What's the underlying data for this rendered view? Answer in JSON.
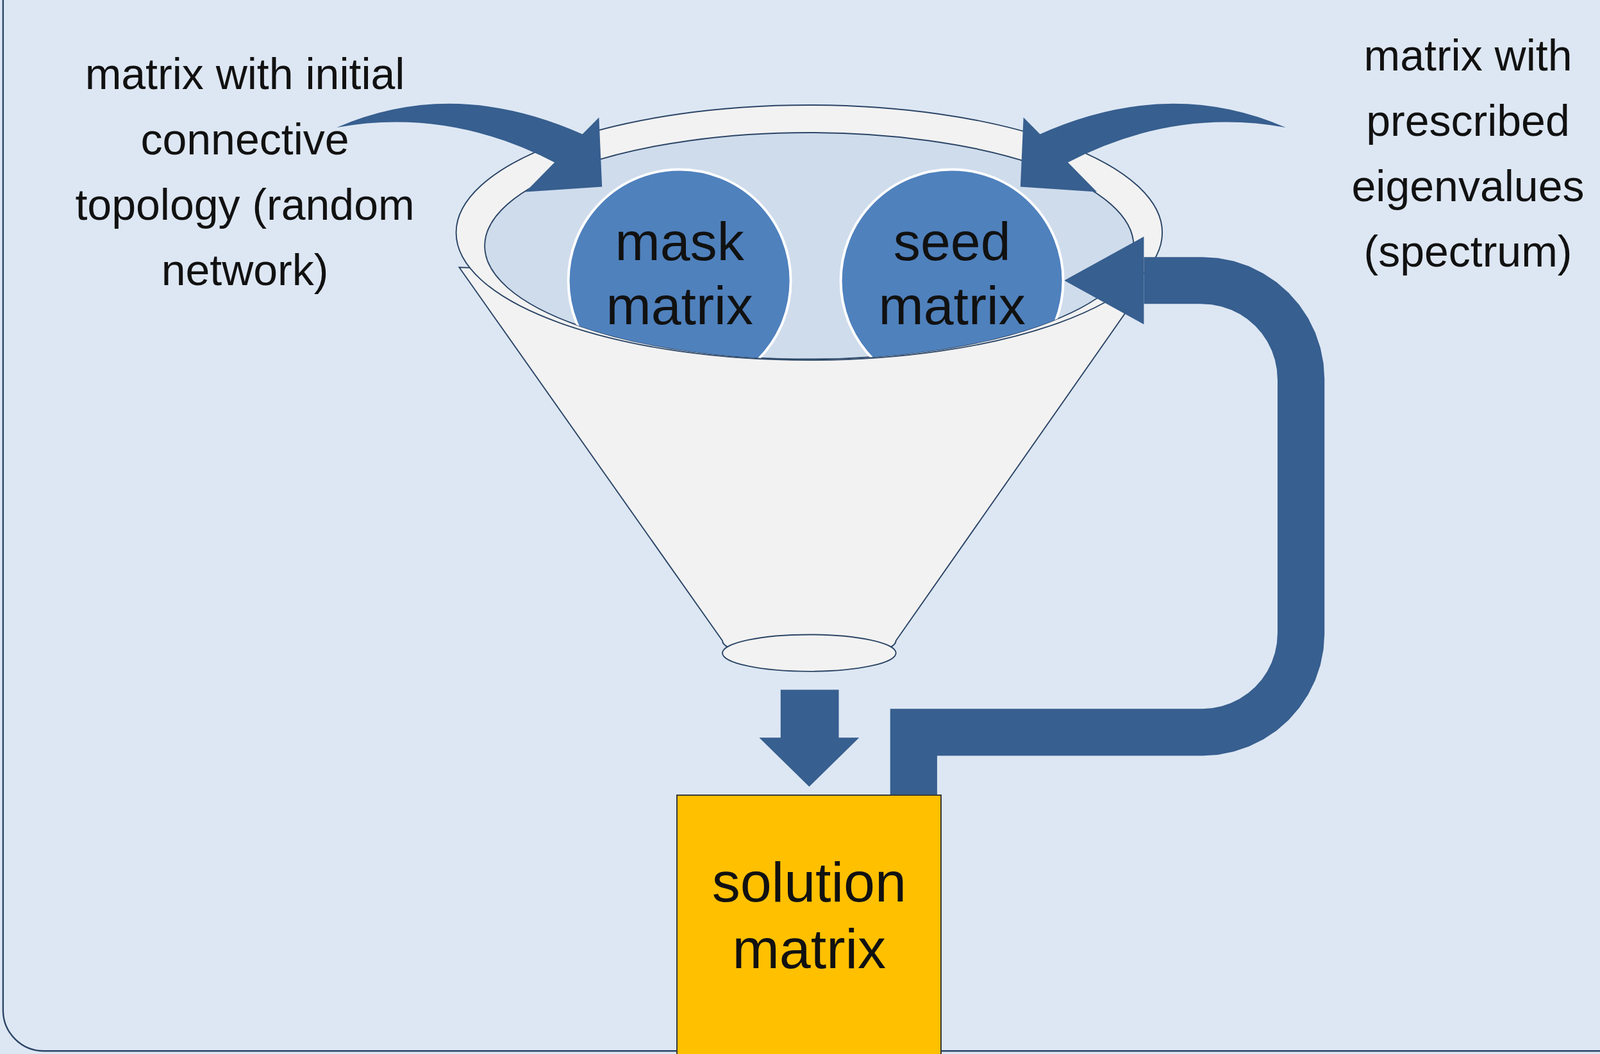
{
  "diagram": {
    "nodes": [
      {
        "text": [
          "mask matrix"
        ]
      },
      {
        "text": [
          "seed matrix"
        ]
      },
      {
        "text": [
          "solution matrix"
        ]
      }
    ],
    "edges": [
      {
        "from": 2,
        "to": 1,
        "arrow": "to"
      }
    ],
    "labels": [
      "matrix with initial connective topology (random network)",
      "matrix with prescribed eigenvalues (spectrum)"
    ]
  }
}
